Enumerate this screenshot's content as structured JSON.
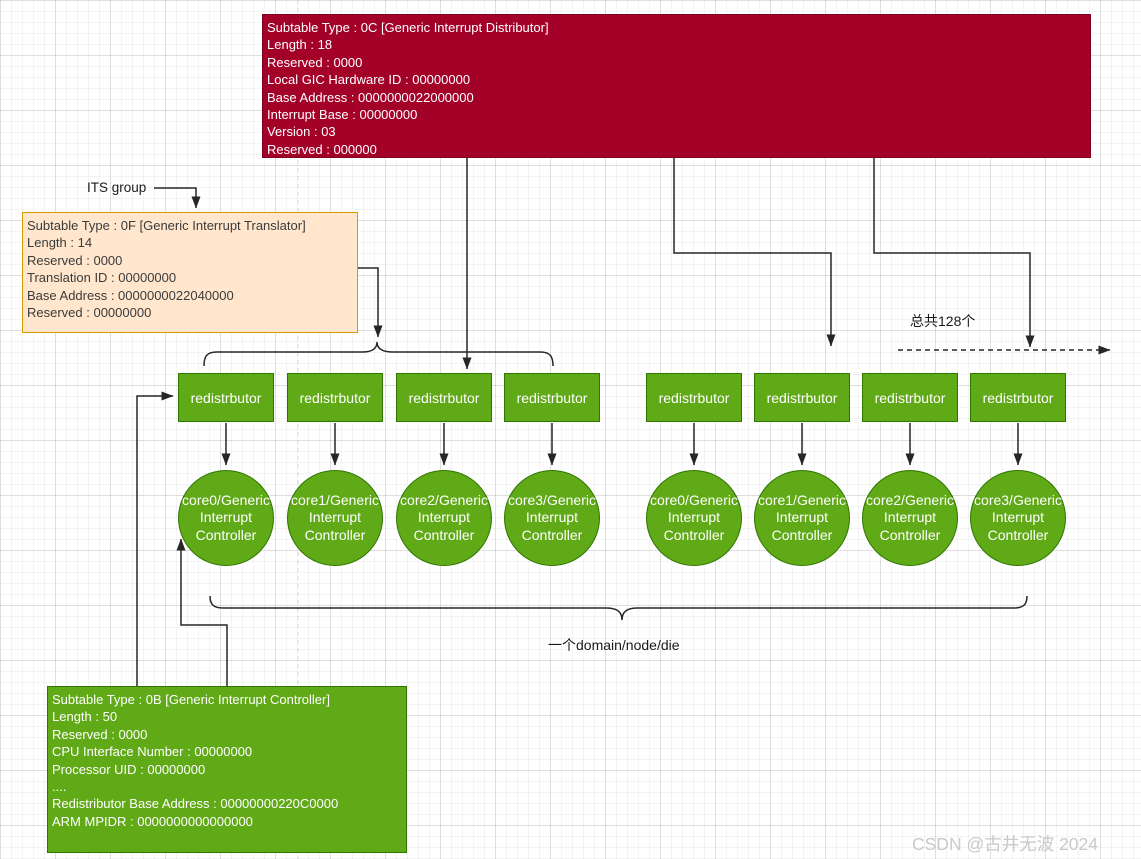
{
  "labels": {
    "its_group": "ITS group",
    "total_count": "总共128个",
    "domain_note": "一个domain/node/die",
    "watermark": "CSDN @古井无波 2024"
  },
  "nodes": {
    "gic_distributor": {
      "lines": [
        "Subtable Type : 0C [Generic Interrupt Distributor]",
        "Length : 18",
        "Reserved : 0000",
        "Local GIC Hardware ID : 00000000",
        "Base Address : 0000000022000000",
        "Interrupt Base : 00000000",
        "Version : 03",
        "Reserved : 000000"
      ]
    },
    "its_translator": {
      "lines": [
        "Subtable Type : 0F [Generic Interrupt Translator]",
        "Length : 14",
        "Reserved : 0000",
        "Translation ID : 00000000",
        "Base Address : 0000000022040000",
        "Reserved : 00000000"
      ]
    },
    "gic_controller": {
      "lines": [
        "Subtable Type : 0B [Generic Interrupt Controller]",
        "Length : 50",
        "Reserved : 0000",
        "CPU Interface Number : 00000000",
        "Processor UID : 00000000",
        "....",
        "Redistributor Base Address : 00000000220C0000",
        "ARM MPIDR : 0000000000000000"
      ]
    },
    "redistributors": [
      "redistrbutor",
      "redistrbutor",
      "redistrbutor",
      "redistrbutor",
      "redistrbutor",
      "redistrbutor",
      "redistrbutor",
      "redistrbutor"
    ],
    "cores": [
      "core0/Generic Interrupt Controller",
      "core1/Generic Interrupt Controller",
      "core2/Generic Interrupt Controller",
      "core3/Generic Interrupt Controller",
      "core0/Generic Interrupt Controller",
      "core1/Generic Interrupt Controller",
      "core2/Generic Interrupt Controller",
      "core3/Generic Interrupt Controller"
    ]
  },
  "colors": {
    "distributor_fill": "#a40129",
    "green_fill": "#60a917",
    "green_border": "#2d7600",
    "its_fill": "#ffe6cc",
    "its_border": "#d79b00",
    "wire": "#262626",
    "watermark_text": "#c9c9c9"
  }
}
